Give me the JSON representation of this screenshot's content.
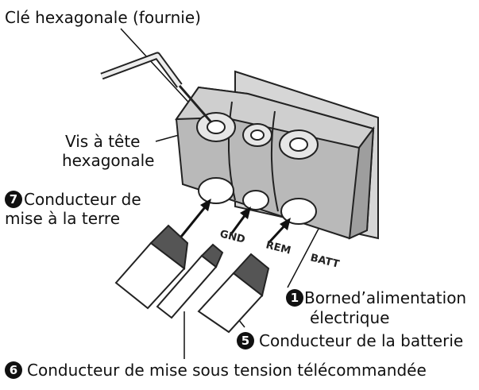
{
  "labels": {
    "hex_key": "Clé hexagonale (fournie)",
    "hex_screw": [
      "Vis à tête",
      "hexagonale"
    ],
    "ground_wire": [
      "Conducteur de",
      "mise à la terre"
    ],
    "power_terminal": [
      "Borned’alimentation",
      "électrique"
    ],
    "battery_wire": "Conducteur de la batterie",
    "remote_wire": "Conducteur de mise sous tension télécommandée"
  },
  "markers": {
    "ground": "7",
    "power_terminal": "1",
    "battery": "5",
    "remote": "6"
  },
  "terminals": [
    "GND",
    "REM",
    "BATT"
  ]
}
